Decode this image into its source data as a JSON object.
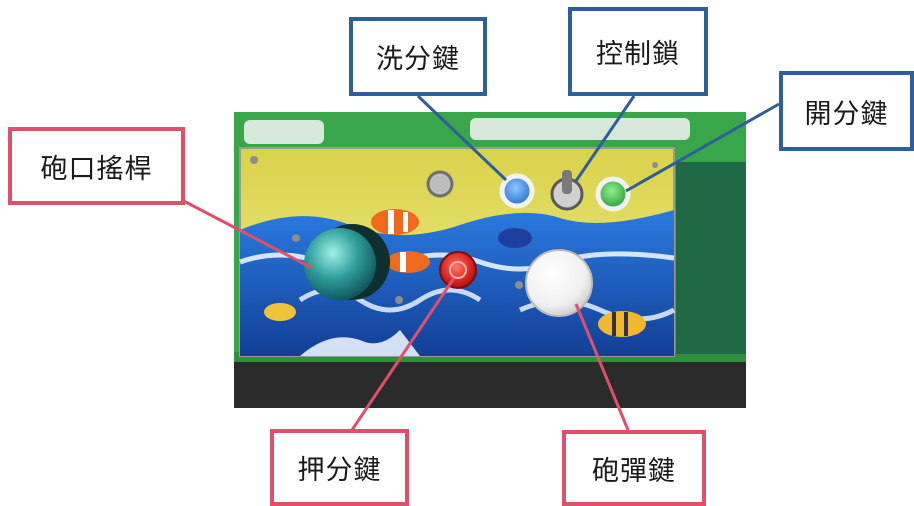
{
  "labels": {
    "wash_points_key": "洗分鍵",
    "control_lock": "控制鎖",
    "open_points_key": "開分鍵",
    "cannon_joystick": "砲口搖桿",
    "bet_points_key": "押分鍵",
    "cannon_fire_key": "砲彈鍵"
  },
  "colors": {
    "blue_callout": "#2f5f9a",
    "red_callout": "#e0506a",
    "panel_green": "#4caf50",
    "panel_yellow": "#e6e06a",
    "wave_blue": "#1c5fc4",
    "dark_base": "#2b2b2b"
  }
}
